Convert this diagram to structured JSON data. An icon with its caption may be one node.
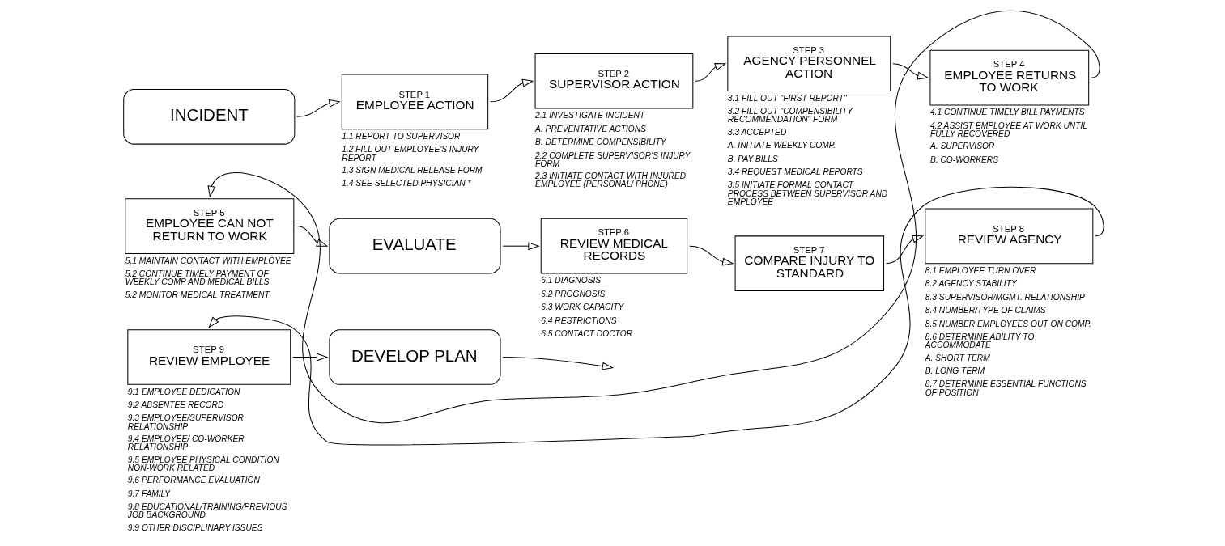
{
  "diagram": {
    "nodes": [
      {
        "text": [
          "INCIDENT"
        ]
      },
      {
        "text": [
          "STEP 1",
          "EMPLOYEE ACTION"
        ],
        "beside": [
          "1.1 REPORT TO SUPERVISOR",
          "1.2 FILL OUT EMPLOYEE'S INJURY REPORT",
          "1.3 SIGN MEDICAL RELEASE FORM",
          "1.4 SEE SELECTED PHYSICIAN *"
        ]
      },
      {
        "text": [
          "STEP 2",
          "SUPERVISOR ACTION"
        ],
        "beside": [
          "2.1 INVESTIGATE INCIDENT",
          "A. PREVENTATIVE ACTIONS",
          "B. DETERMINE COMPENSIBILITY",
          "2.2 COMPLETE SUPERVISOR'S INJURY FORM",
          "2.3 INITIATE CONTACT WITH INJURED EMPLOYEE (PERSONAL/ PHONE)"
        ]
      },
      {
        "text": [
          "STEP 3",
          "AGENCY PERSONNEL ACTION"
        ],
        "beside": [
          "3.1 FILL OUT \"FIRST REPORT\"",
          "3.2 FILL OUT \"COMPENSIBILITY RECOMMENDATION\" FORM",
          "3.3 ACCEPTED",
          "A. INITIATE WEEKLY COMP.",
          "B. PAY BILLS",
          "3.4 REQUEST MEDICAL REPORTS",
          "3.5 INITIATE FORMAL CONTACT PROCESS BETWEEN SUPERVISOR AND EMPLOYEE"
        ]
      },
      {
        "text": [
          "STEP 4",
          "EMPLOYEE RETURNS TO WORK"
        ],
        "beside": [
          "4.1 CONTINUE TIMELY BILL PAYMENTS",
          "4.2 ASSIST EMPLOYEE AT WORK UNTIL FULLY RECOVERED",
          "A. SUPERVISOR",
          "B. CO-WORKERS"
        ]
      },
      {
        "text": [
          "STEP 5",
          "EMPLOYEE CAN NOT RETURN TO WORK"
        ],
        "beside": [
          "5.1 MAINTAIN CONTACT WITH EMPLOYEE",
          "5.2 CONTINUE TIMELY PAYMENT OF WEEKLY COMP AND MEDICAL BILLS",
          "5.2 MONITOR MEDICAL TREATMENT"
        ]
      },
      {
        "text": [
          "EVALUATE"
        ]
      },
      {
        "text": [
          "STEP 6",
          "REVIEW MEDICAL RECORDS"
        ],
        "beside": [
          "6.1 DIAGNOSIS",
          "6.2 PROGNOSIS",
          "6.3 WORK CAPACITY",
          "6.4 RESTRICTIONS",
          "6.5 CONTACT DOCTOR"
        ]
      },
      {
        "text": [
          "STEP 7",
          "COMPARE INJURY TO STANDARD"
        ]
      },
      {
        "text": [
          "STEP 8",
          "REVIEW AGENCY"
        ],
        "beside": [
          "8.1 EMPLOYEE TURN OVER",
          "8.2 AGENCY STABILITY",
          "8.3 SUPERVISOR/MGMT. RELATIONSHIP",
          "8.4 NUMBER/TYPE OF CLAIMS",
          "8.5 NUMBER EMPLOYEES OUT ON COMP.",
          "8.6 DETERMINE ABILITY TO ACCOMMODATE",
          "A. SHORT TERM",
          "B. LONG TERM",
          "8.7 DETERMINE ESSENTIAL FUNCTIONS OF POSITION"
        ]
      },
      {
        "text": [
          "STEP 9",
          "REVIEW EMPLOYEE"
        ],
        "beside": [
          "9.1 EMPLOYEE DEDICATION",
          "9.2 ABSENTEE RECORD",
          "9.3 EMPLOYEE/SUPERVISOR RELATIONSHIP",
          "9.4 EMPLOYEE/ CO-WORKER RELATIONSHIP",
          "9.5 EMPLOYEE PHYSICAL CONDITION NON-WORK RELATED",
          "9.6 PERFORMANCE EVALUATION",
          "9.7 FAMILY",
          "9.8 EDUCATIONAL/TRAINING/PREVIOUS JOB BACKGROUND",
          "9.9 OTHER DISCIPLINARY ISSUES"
        ]
      },
      {
        "text": [
          "DEVELOP PLAN"
        ]
      }
    ],
    "edges": [
      {
        "from": 0,
        "to": 1,
        "arrow": "to"
      },
      {
        "from": 1,
        "to": 2,
        "arrow": "to"
      },
      {
        "from": 2,
        "to": 3,
        "arrow": "to"
      },
      {
        "from": 3,
        "to": 4,
        "arrow": "to"
      },
      {
        "from": 4,
        "to": 5,
        "arrow": "to"
      },
      {
        "from": 5,
        "to": 6,
        "arrow": "to"
      },
      {
        "from": 6,
        "to": 7,
        "arrow": "to"
      },
      {
        "from": 7,
        "to": 8,
        "arrow": "to"
      },
      {
        "from": 8,
        "to": 9,
        "arrow": "to"
      },
      {
        "from": 9,
        "to": 10,
        "arrow": "to"
      },
      {
        "from": 10,
        "to": 11,
        "arrow": "to"
      },
      {
        "from": 11,
        "to": null,
        "arrow": "to"
      }
    ]
  }
}
